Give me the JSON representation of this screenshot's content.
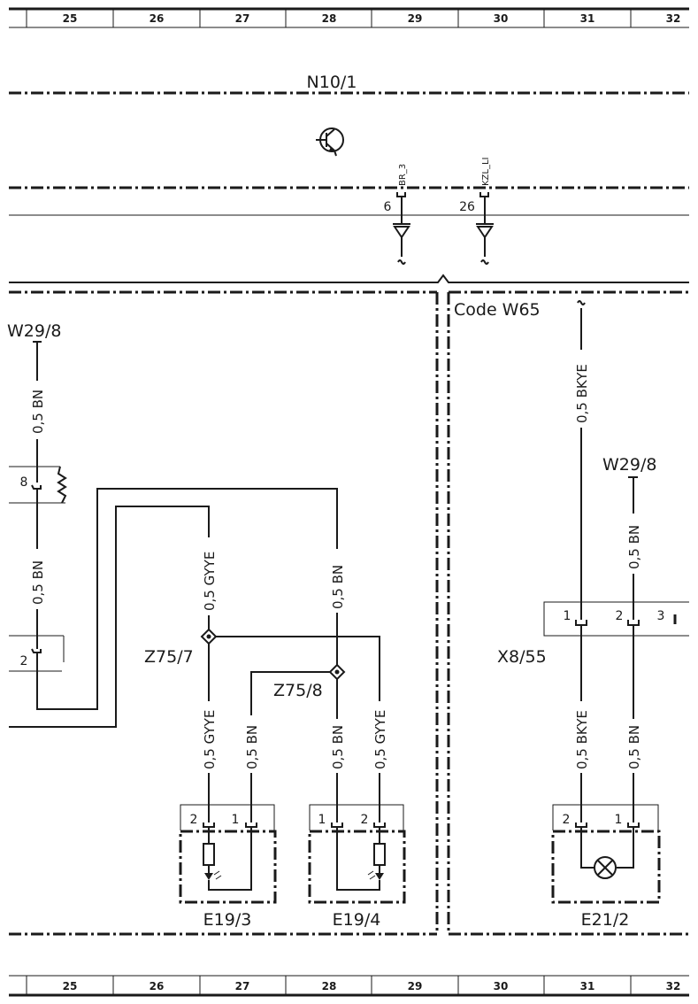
{
  "grid_numbers": [
    "25",
    "26",
    "27",
    "28",
    "29",
    "30",
    "31",
    "32"
  ],
  "components": {
    "n10_1": "N10/1",
    "w29_8_left": "W29/8",
    "w29_8_right": "W29/8",
    "z75_7": "Z75/7",
    "z75_8": "Z75/8",
    "x8_55": "X8/55",
    "e19_3": "E19/3",
    "e19_4": "E19/4",
    "e21_2": "E21/2"
  },
  "code_label": "Code W65",
  "signals": {
    "br3": "BR_3",
    "kzl": "KZL_LI"
  },
  "pins": {
    "n10_pin_6": "6",
    "n10_pin_26": "26",
    "conn_left_8": "8",
    "conn_left_2": "2",
    "e19_3_pin2": "2",
    "e19_3_pin1": "1",
    "e19_4_pin1": "1",
    "e19_4_pin2": "2",
    "x8_pin1": "1",
    "x8_pin2": "2",
    "x8_pin3": "3",
    "e21_pin2": "2",
    "e21_pin1": "1"
  },
  "wires": {
    "left_upper": "0,5 BN",
    "left_lower": "0,5 BN",
    "gyye_upper": "0,5 GYYE",
    "bn_upper_mid": "0,5 BN",
    "gyye_e19_3": "0,5 GYYE",
    "bn_e19_3": "0,5 BN",
    "bn_e19_4": "0,5 BN",
    "gyye_e19_4": "0,5 GYYE",
    "bkye_upper": "0,5 BKYE",
    "bn_right_upper": "0,5 BN",
    "bkye_lower": "0,5 BKYE",
    "bn_right_lower": "0,5 BN"
  }
}
